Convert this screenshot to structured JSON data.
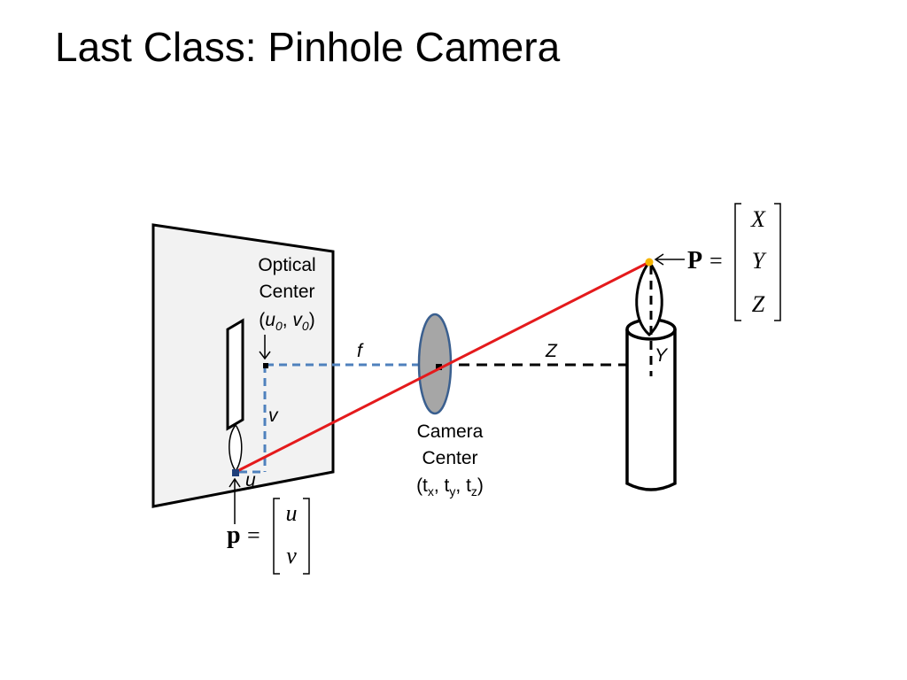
{
  "slide": {
    "title": "Last Class: Pinhole Camera"
  },
  "diagram": {
    "optical_center": {
      "line1": "Optical",
      "line2": "Center",
      "paren_open": "(",
      "u0": "u",
      "u0_sub": "0",
      "comma": ", ",
      "v0": "v",
      "v0_sub": "0",
      "paren_close": ")"
    },
    "labels": {
      "f": "f",
      "Z": "Z",
      "Y": "Y",
      "v": "v",
      "u": "u"
    },
    "camera_center": {
      "line1": "Camera",
      "line2": "Center",
      "open": "(t",
      "tx_sub": "x",
      "sep1": ", t",
      "ty_sub": "y",
      "sep2": ", t",
      "tz_sub": "z",
      "close": ")"
    },
    "world_point": {
      "symbol": "P",
      "equals": "=",
      "entries": [
        "X",
        "Y",
        "Z"
      ]
    },
    "image_point": {
      "symbol": "p",
      "equals": "=",
      "entries": [
        "u",
        "v"
      ]
    }
  },
  "colors": {
    "ray": "#e41a1c",
    "dashed_blue": "#4f81bd",
    "lens_fill": "#a6a6a6",
    "lens_stroke": "#3a5f8f",
    "image_plane_fill": "#f2f2f2",
    "flame_point": "#f5b400",
    "image_point_marker": "#1f3f7a"
  }
}
